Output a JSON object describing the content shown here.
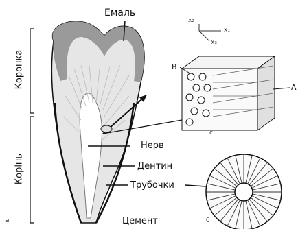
{
  "labels": {
    "enamel": "Емаль",
    "crown": "Коронка",
    "root": "Корінь",
    "nerve": "Нерв",
    "dentin": "Дентин",
    "tubules": "Трубочки",
    "cement": "Цемент"
  },
  "panel_labels": {
    "a": "а",
    "b": "б",
    "c": "с",
    "B": "B",
    "A": "A"
  },
  "axes": {
    "x1": "x₁",
    "x2": "x₂",
    "x3": "x₃"
  },
  "colors": {
    "enamel": "#9a9a9a",
    "dentin": "#e6e6e6",
    "pulp": "#ffffff",
    "outline": "#111111"
  }
}
